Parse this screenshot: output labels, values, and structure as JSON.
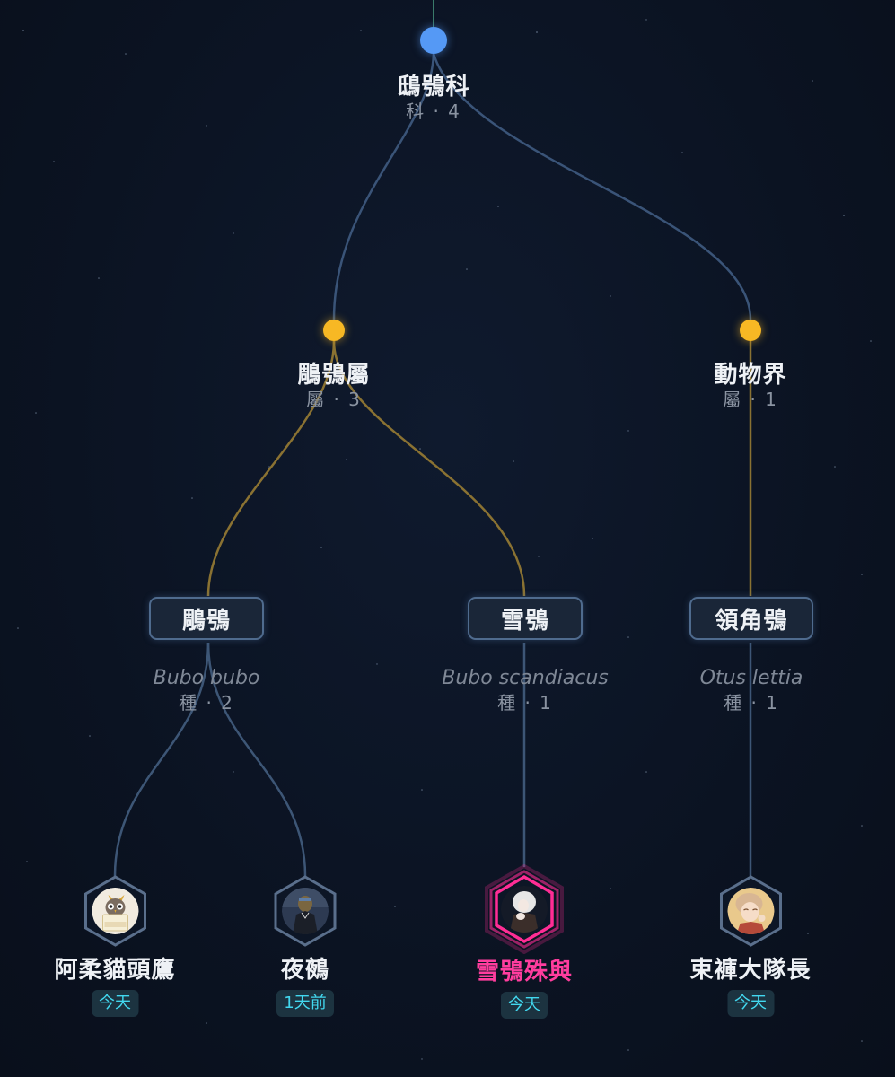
{
  "tree": {
    "family": {
      "name": "鴟鴞科",
      "rank_label": "科 · 4",
      "color": "#5599f5"
    },
    "genera": [
      {
        "name": "鵰鴞屬",
        "rank_label": "屬 · 3",
        "color": "#f7b824"
      },
      {
        "name": "動物界",
        "rank_label": "屬 · 1",
        "color": "#f7b824"
      }
    ],
    "species": [
      {
        "name": "鵰鴞",
        "latin": "Bubo bubo",
        "rank_label": "種 · 2"
      },
      {
        "name": "雪鴞",
        "latin": "Bubo scandiacus",
        "rank_label": "種 · 1"
      },
      {
        "name": "領角鴞",
        "latin": "Otus lettia",
        "rank_label": "種 · 1"
      }
    ],
    "members": [
      {
        "name": "阿柔貓頭鷹",
        "time": "今天",
        "avatar": "owl-ramen-avatar"
      },
      {
        "name": "夜鵺",
        "time": "1天前",
        "avatar": "dark-figure-avatar"
      },
      {
        "name": "雪鴞殊與",
        "time": "今天",
        "avatar": "white-haired-girl-avatar",
        "highlighted": true,
        "highlight_color": "#ff2d95"
      },
      {
        "name": "束褲大隊長",
        "time": "今天",
        "avatar": "blond-boy-avatar"
      }
    ]
  },
  "colors": {
    "background": "#0b1322",
    "link_family": "#3a5478",
    "link_genus": "#8a7232",
    "link_species": "#3d5676",
    "badge_text": "#42d8ef"
  }
}
